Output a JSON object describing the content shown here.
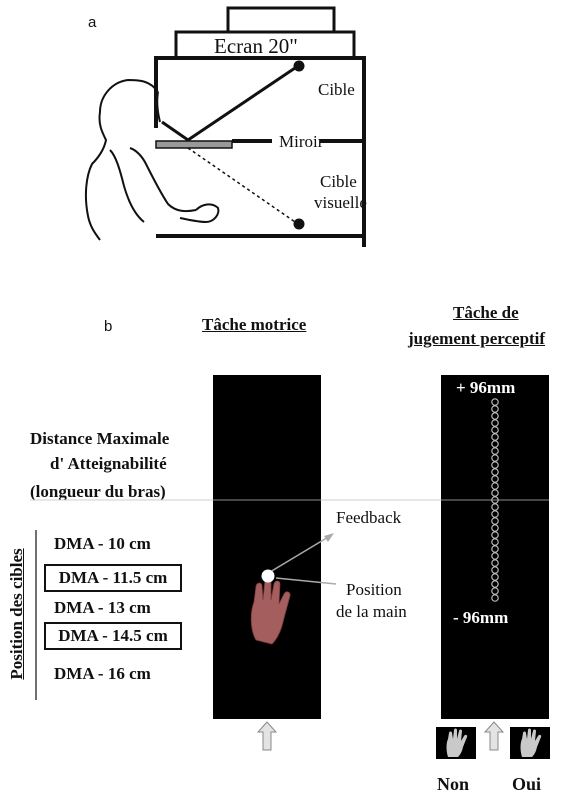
{
  "panel_a": {
    "letter": "a",
    "screen_label": "Ecran 20\"",
    "target_label": "Cible",
    "mirror_label": "Miroir",
    "visual_target_label_1": "Cible",
    "visual_target_label_2": "visuelle"
  },
  "panel_b": {
    "letter": "b",
    "motor_task_title": "Tâche motrice",
    "perceptual_task_title_1": "Tâche de",
    "perceptual_task_title_2": "jugement perceptif",
    "dma_title_1": "Distance Maximale",
    "dma_title_2": "d' Atteignabilité",
    "dma_title_3": "(longueur du bras)",
    "targets_axis_label": "Position des cibles",
    "target_positions": [
      {
        "label": "DMA - 10 cm",
        "boxed": false
      },
      {
        "label": "DMA - 11.5 cm",
        "boxed": true
      },
      {
        "label": "DMA - 13 cm",
        "boxed": false
      },
      {
        "label": "DMA - 14.5 cm",
        "boxed": true
      },
      {
        "label": "DMA - 16 cm",
        "boxed": false
      }
    ],
    "feedback_label": "Feedback",
    "hand_position_label_1": "Position",
    "hand_position_label_2": "de la main",
    "scale_top": "+ 96mm",
    "scale_bottom": "- 96mm",
    "answer_no": "Non",
    "answer_yes": "Oui"
  }
}
